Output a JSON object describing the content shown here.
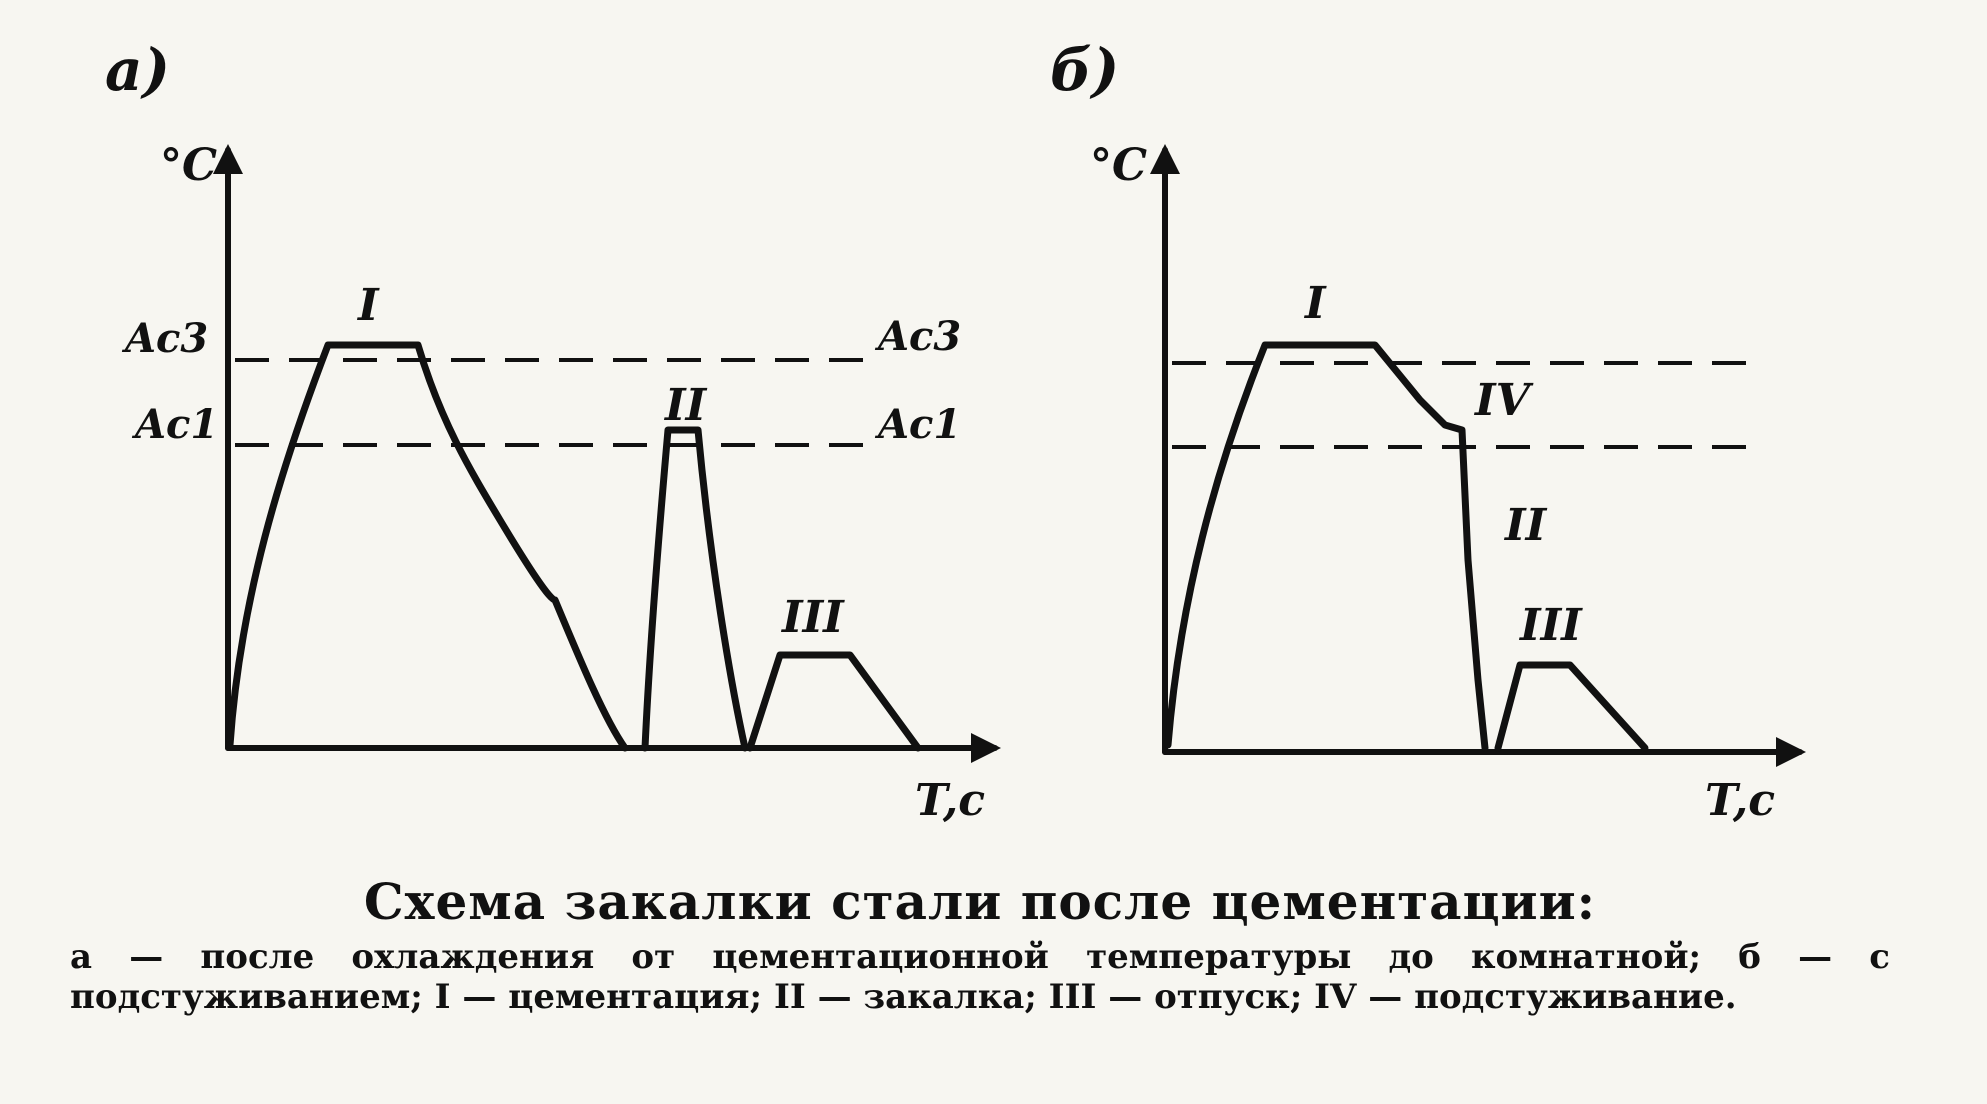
{
  "panel_a": {
    "label": "а)",
    "y_unit": "°C",
    "x_unit": "T,c",
    "levels": {
      "ac3": "Ac3",
      "ac1": "Ac1"
    },
    "stages": {
      "I": "I",
      "II": "II",
      "III": "III"
    }
  },
  "panel_b": {
    "label": "б)",
    "y_unit": "°C",
    "x_unit": "T,c",
    "stages": {
      "I": "I",
      "IV": "IV",
      "II": "II",
      "III": "III"
    }
  },
  "caption": {
    "title": "Схема закалки стали после цементации:",
    "body": "а — после охлаждения от цементационной температуры до комнатной; б — с подстуживанием; I — цементация; II — закалка; III — отпуск; IV — подстуживание."
  }
}
